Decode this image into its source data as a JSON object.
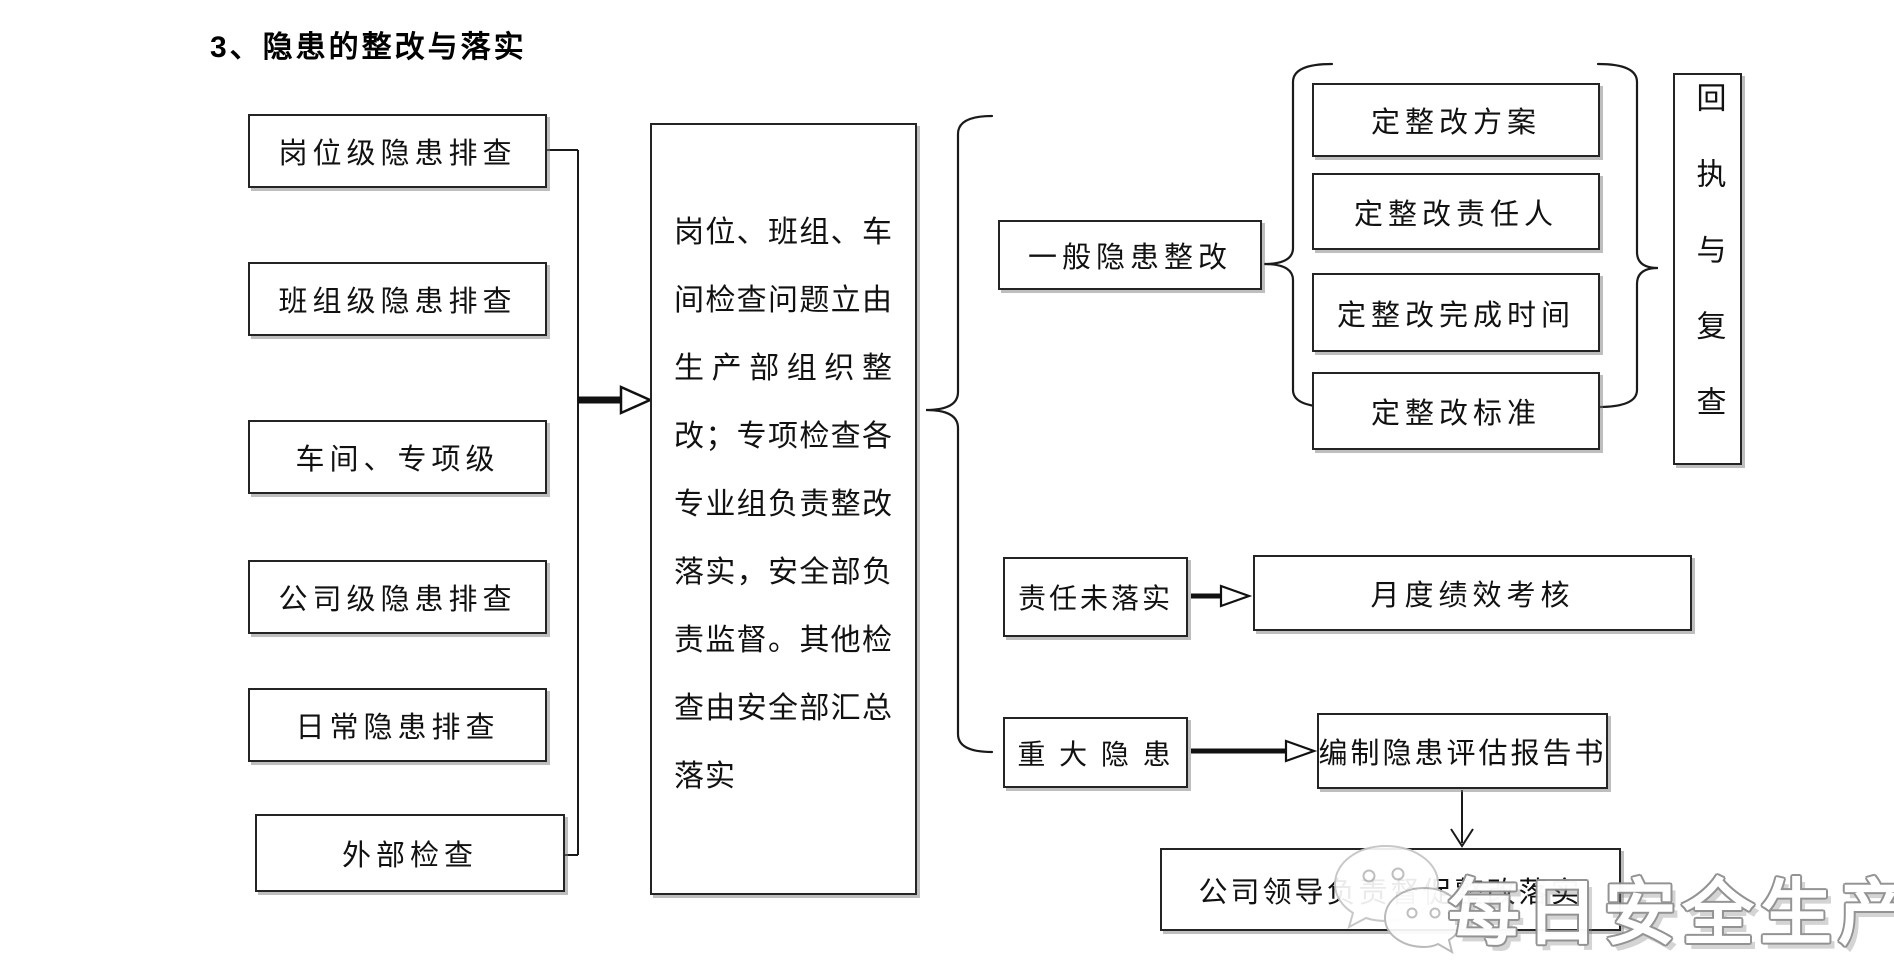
{
  "title": "3、隐患的整改与落实",
  "left_column": {
    "items": [
      {
        "label": "岗位级隐患排查"
      },
      {
        "label": "班组级隐患排查"
      },
      {
        "label": "车间、专项级"
      },
      {
        "label": "公司级隐患排查"
      },
      {
        "label": "日常隐患排查"
      },
      {
        "label": "外部检查"
      }
    ]
  },
  "center_note": "岗位、班组、车间检查问题立由生产部组织整改；专项检查各专业组负责整改落实，安全部负责监督。其他检查由安全部汇总落实",
  "general_rectification": {
    "label": "一般隐患整改",
    "measures": [
      {
        "label": "定整改方案"
      },
      {
        "label": "定整改责任人"
      },
      {
        "label": "定整改完成时间"
      },
      {
        "label": "定整改标准"
      }
    ],
    "receipt_review": "回执与复查"
  },
  "responsibility_flow": {
    "source": "责任未落实",
    "target": "月度绩效考核"
  },
  "major_hazard_flow": {
    "source": "重 大 隐 患",
    "target": "编制隐患评估报告书",
    "final": "公司领导负责督促整改落实"
  },
  "watermark": {
    "text": "每日安全生产",
    "icon": "wechat-icon"
  },
  "colors": {
    "background": "#ffffff",
    "box_border": "#242424",
    "box_shadow_gray": "#7d7d7d",
    "line": "#1a1a1a",
    "watermark_fill": "#ffffff",
    "watermark_outline": "#909090"
  }
}
